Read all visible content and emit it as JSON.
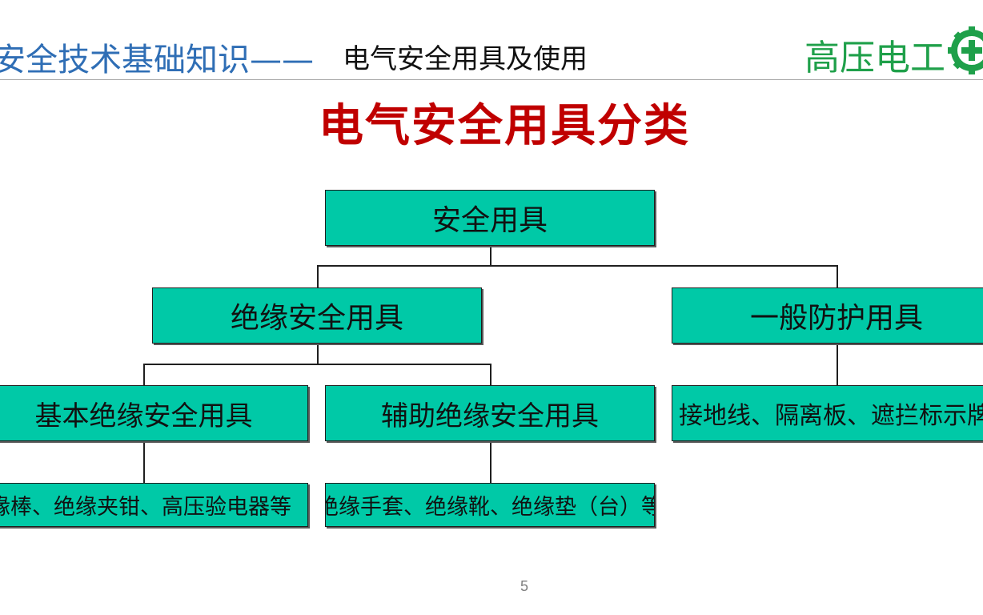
{
  "header": {
    "title_main": "安全技术基础知识——",
    "title_sub": "电气安全用具及使用",
    "brand": "高压电工"
  },
  "slide": {
    "title": "电气安全用具分类",
    "page_number": "5"
  },
  "tree": {
    "root": "安全用具",
    "insulating": "绝缘安全用具",
    "general": "一般防护用具",
    "basic": "基本绝缘安全用具",
    "auxiliary": "辅助绝缘安全用具",
    "basic_examples": "绝缘棒、绝缘夹钳、高压验电器等",
    "auxiliary_examples": "绝缘手套、绝缘靴、绝缘垫（台）等",
    "general_examples": "接地线、隔离板、遮拦标示牌等"
  },
  "colors": {
    "box_fill": "#00c9a7",
    "title_red": "#c00000",
    "header_blue": "#2f6eb5",
    "brand_green": "#1fa04a"
  }
}
